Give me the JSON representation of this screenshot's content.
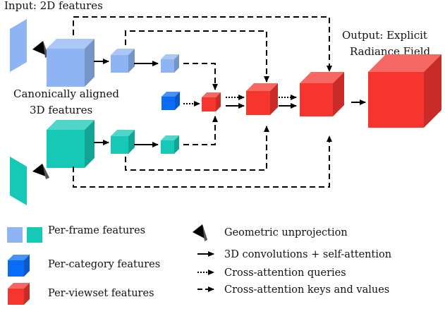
{
  "labels": {
    "input": "Input: 2D features",
    "output_line1": "Output: Explicit",
    "output_line2": "Radiance Field",
    "canonical_line1": "Canonically aligned",
    "canonical_line2": "3D features"
  },
  "legend": {
    "per_frame": "Per-frame features",
    "per_category": "Per-category features",
    "per_viewset": "Per-viewset features",
    "geometric_unprojection": "Geometric unprojection",
    "convolutions": "3D convolutions + self-attention",
    "cross_attention_queries": "Cross-attention queries",
    "cross_attention_kv": "Cross-attention keys and values"
  },
  "colors": {
    "per_frame_blue": "#8fb4f3",
    "per_frame_teal": "#16c8b6",
    "per_category": "#0a6cf5",
    "per_viewset": "#f5352e",
    "arrow": "#000000"
  },
  "icons": {
    "unprojection": "filled-black-cone-icon",
    "solid_arrow": "solid-arrow-icon",
    "dotted_arrow": "dotted-arrow-icon",
    "dashed_arrow": "dashed-arrow-icon"
  }
}
